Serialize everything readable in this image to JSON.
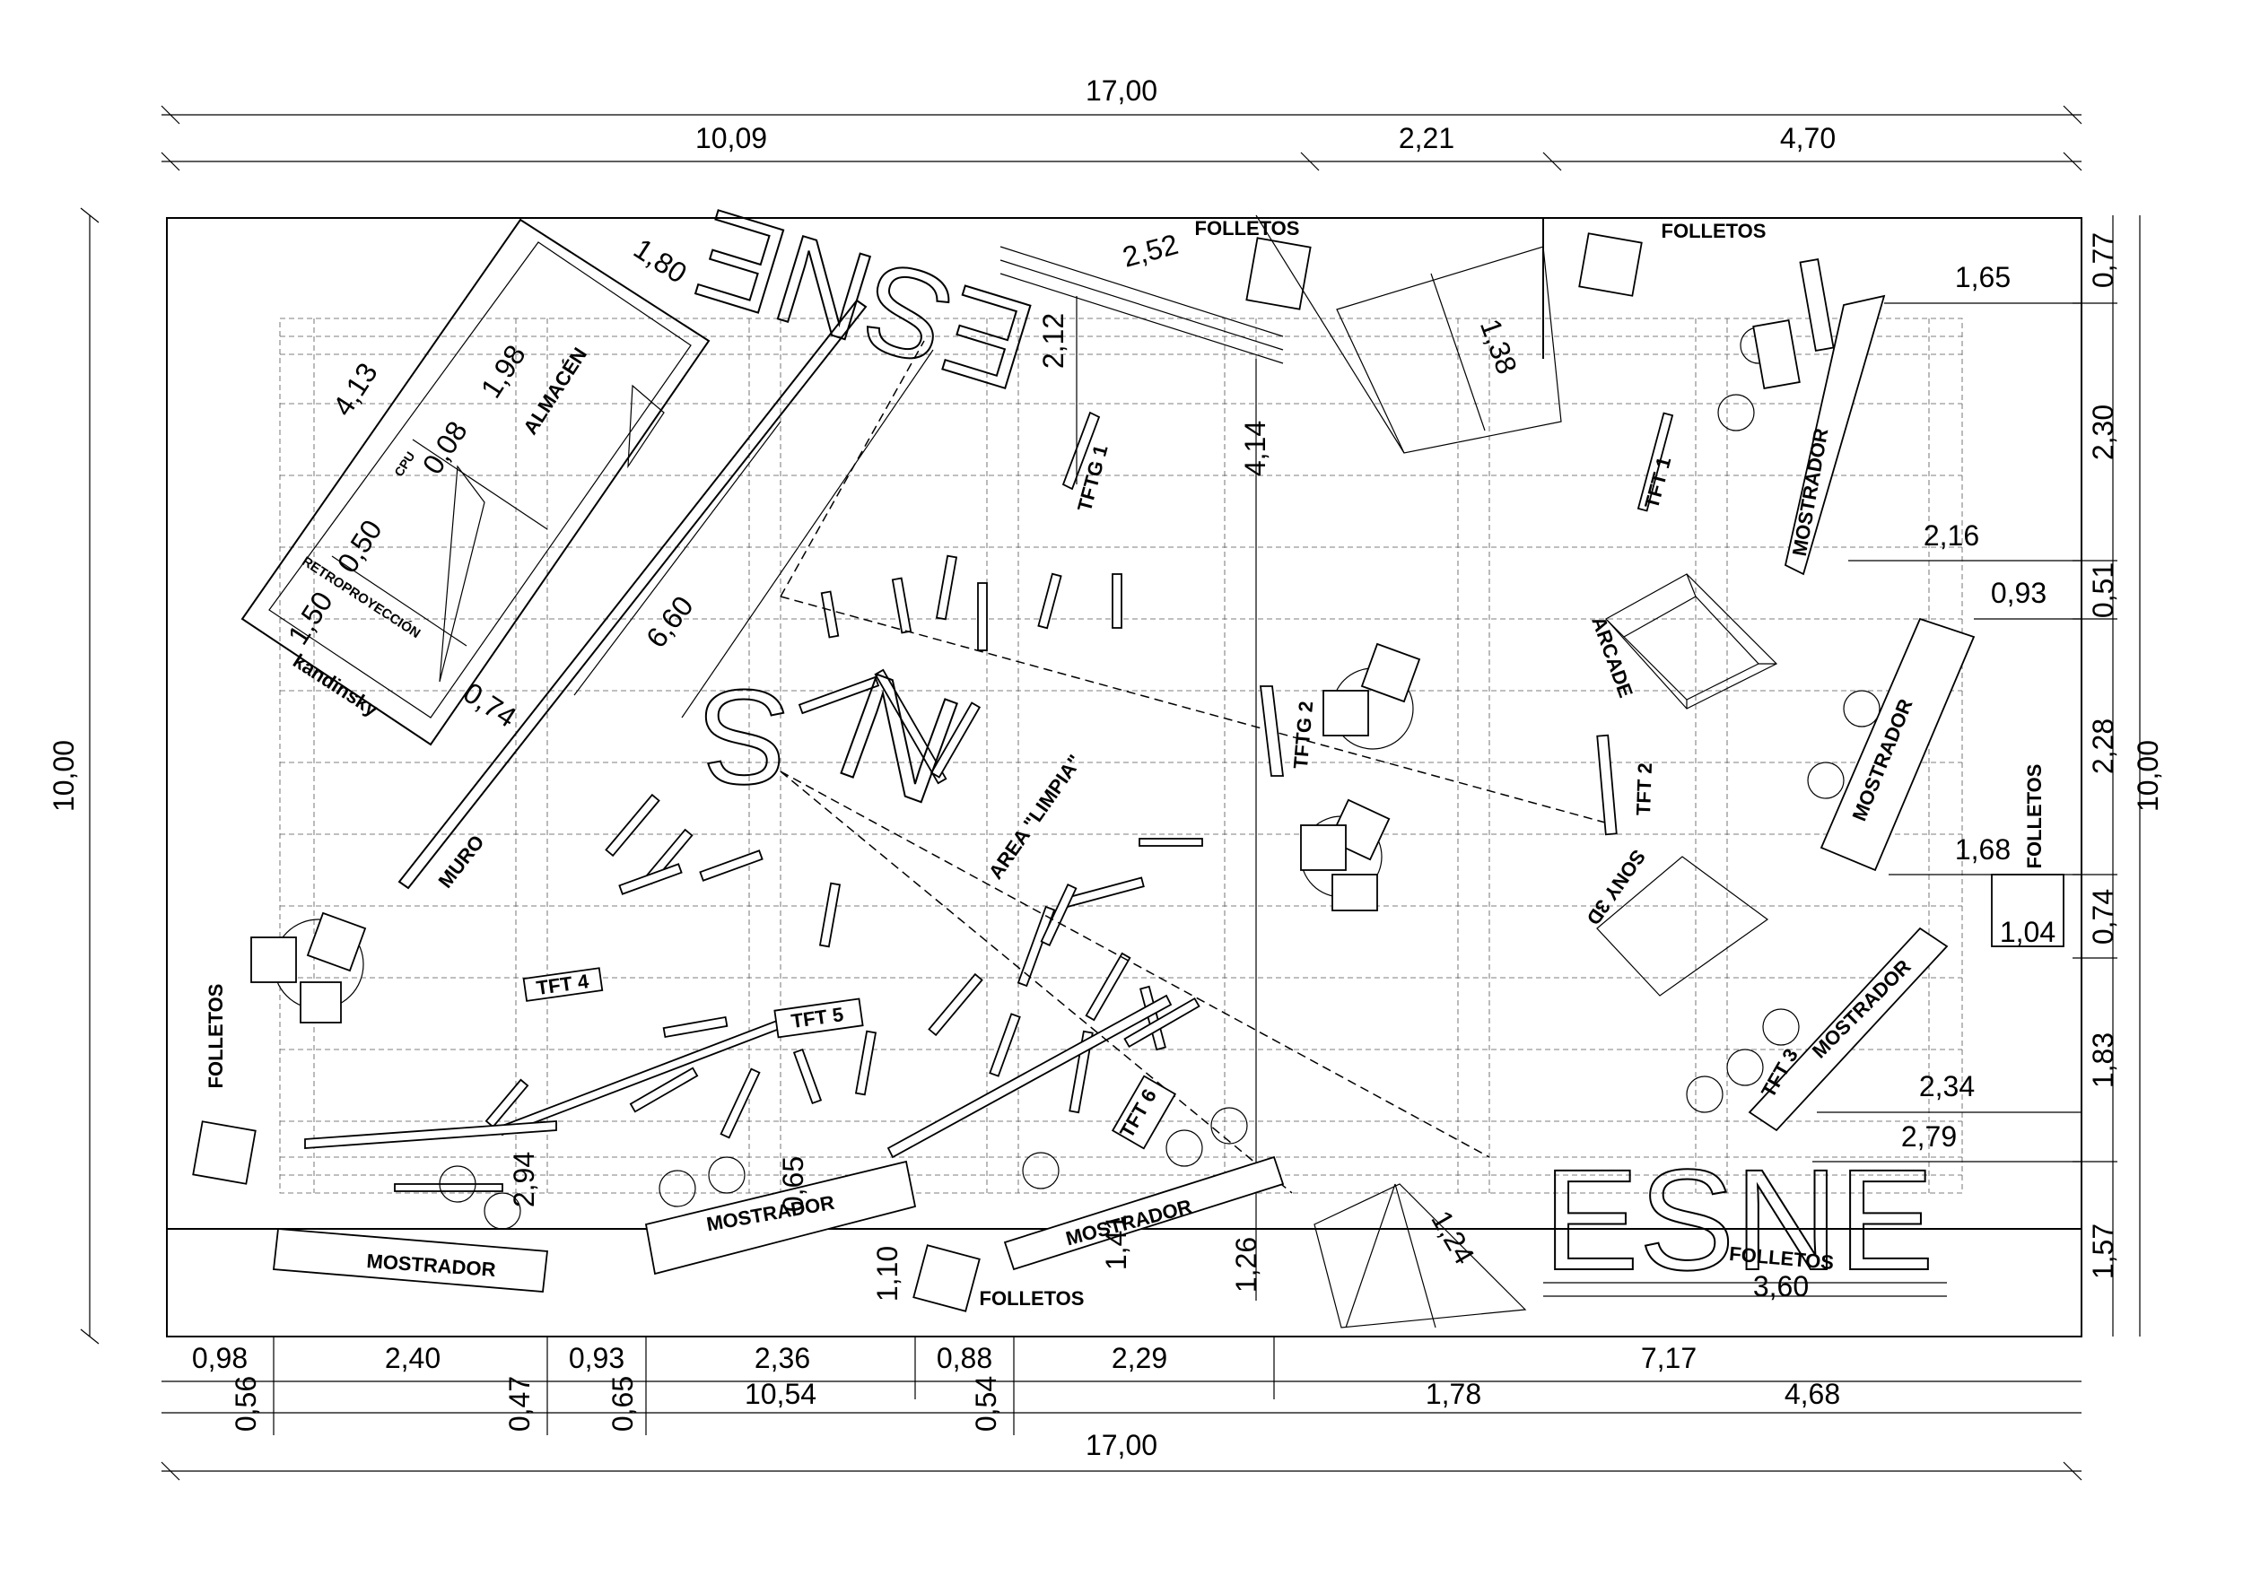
{
  "dimensions": {
    "top_total": "17,00",
    "top_a": "10,09",
    "top_b": "2,21",
    "top_c": "4,70",
    "bottom_total": "17,00",
    "bottom_row1": [
      "0,98",
      "2,40",
      "0,93",
      "2,36",
      "0,88",
      "2,29",
      "7,17"
    ],
    "bottom_row2": [
      "0,56",
      "0,47",
      "0,65",
      "10,54",
      "0,54",
      "1,78",
      "4,68"
    ],
    "left_total": "10,00",
    "right_total": "10,00",
    "right_segments": [
      "0,77",
      "2,30",
      "0,51",
      "2,28",
      "0,74",
      "1,83",
      "1,57"
    ],
    "interior": [
      "1,80",
      "4,13",
      "1,98",
      "0,08",
      "0,50",
      "1,50",
      "0,74",
      "6,60",
      "2,52",
      "2,12",
      "4,14",
      "1,38",
      "1,65",
      "2,16",
      "0,93",
      "1,68",
      "1,04",
      "2,34",
      "2,79",
      "3,60",
      "1,24",
      "1,26",
      "1,41",
      "1,10",
      "0,65",
      "2,94"
    ]
  },
  "labels": {
    "almacen": "ALMACÉN",
    "cpu": "CPU",
    "retroproyeccion": "RETROPROYECCIÓN",
    "kandinsky": "kandinsky",
    "muro": "MURO",
    "folletos": "FOLLETOS",
    "tftg1": "TFTG 1",
    "tftg2": "TFTG 2",
    "area_limpia": "AREA \"LIMPIA\"",
    "tft1": "TFT 1",
    "tft2": "TFT 2",
    "tft3": "TFT 3",
    "tft4": "TFT 4",
    "tft5": "TFT 5",
    "tft6": "TFT 6",
    "mostrador": "MOSTRADOR",
    "arcade": "ARCADE",
    "sony3d": "SONY 3D",
    "esne": "ESNE"
  }
}
